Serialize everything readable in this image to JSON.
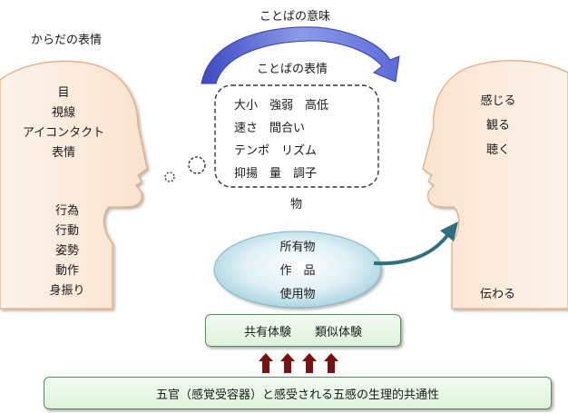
{
  "top_title": "ことばの意味",
  "left_heading": "からだの表情",
  "left_face_items": [
    "目",
    "視線",
    "アイコンタクト",
    "表情"
  ],
  "left_body_items": [
    "行為",
    "行動",
    "姿勢",
    "動作",
    "身振り"
  ],
  "speech_bubble": {
    "title": "ことばの表情",
    "rows": [
      "大小　強弱　高低",
      "速さ　間合い",
      "テンポ　リズム",
      "抑揚　量　調子"
    ]
  },
  "object_label": "物",
  "object_items": [
    "所有物",
    "作　品",
    "使用物"
  ],
  "right_items": [
    "感じる",
    "観る",
    "聴く"
  ],
  "right_bottom": "伝わる",
  "shared_box": "共有体験　　類似体験",
  "bottom_box": "五官（感覚受容器）と感受される五感の生理的共通性",
  "colors": {
    "skin_fill": "#fde9d9",
    "skin_stroke": "#e0a070",
    "arrow_blue": "#4a5bd0",
    "ellipse_fill": "#c9e6ee",
    "teal_arrow": "#2f6f7f",
    "dark_red_arrow": "#7a1010",
    "green_box": "#dff3dc"
  }
}
